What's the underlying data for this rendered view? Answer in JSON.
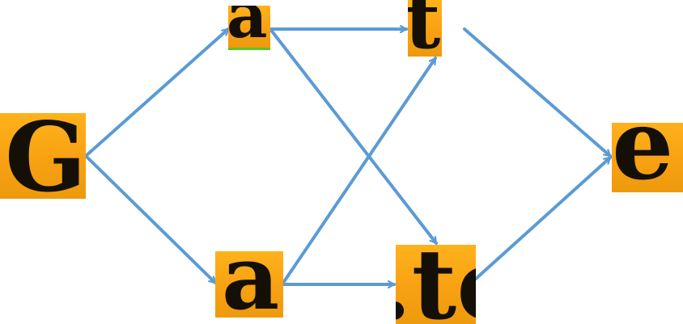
{
  "diagram": {
    "edge_color": "#5b9bd5",
    "tile_color": "#f7a112",
    "nodes": [
      {
        "id": "g",
        "glyph": "G"
      },
      {
        "id": "a1",
        "glyph": "a"
      },
      {
        "id": "a2",
        "glyph": "a"
      },
      {
        "id": "t1",
        "glyph": "te"
      },
      {
        "id": "t2",
        "glyph": ".te"
      },
      {
        "id": "e",
        "glyph": "e"
      }
    ],
    "edges": [
      {
        "from": "g",
        "to": "a1"
      },
      {
        "from": "g",
        "to": "a2"
      },
      {
        "from": "a1",
        "to": "t1"
      },
      {
        "from": "a1",
        "to": "t2"
      },
      {
        "from": "a2",
        "to": "t1"
      },
      {
        "from": "a2",
        "to": "t2"
      },
      {
        "from": "t1",
        "to": "e"
      },
      {
        "from": "t2",
        "to": "e"
      }
    ]
  }
}
